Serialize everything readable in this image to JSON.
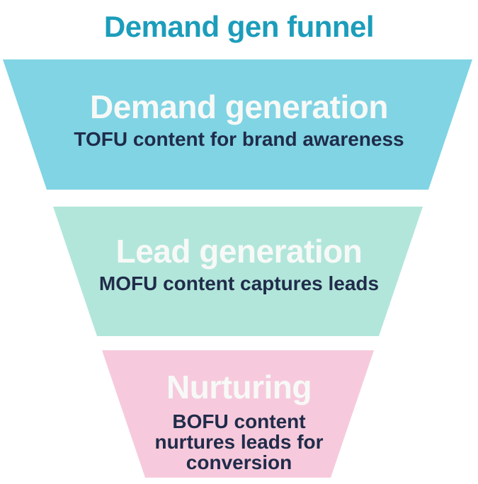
{
  "title": "Demand gen funnel",
  "colors": {
    "background": "#FFFFFF",
    "title_text": "#1C9DBB",
    "heading_text": "#F7F9F7",
    "subheading_text": "#202C4A",
    "section_1_fill": "#80D4E4",
    "section_2_fill": "#B2E6DB",
    "section_3_fill": "#F6CADC"
  },
  "funnel": {
    "sections": [
      {
        "heading": "Demand generation",
        "subheading": "TOFU content for brand awareness"
      },
      {
        "heading": "Lead generation",
        "subheading": "MOFU content captures leads"
      },
      {
        "heading": "Nurturing",
        "subheading_lines": [
          "BOFU content",
          "nurtures leads for",
          "conversion"
        ]
      }
    ]
  }
}
